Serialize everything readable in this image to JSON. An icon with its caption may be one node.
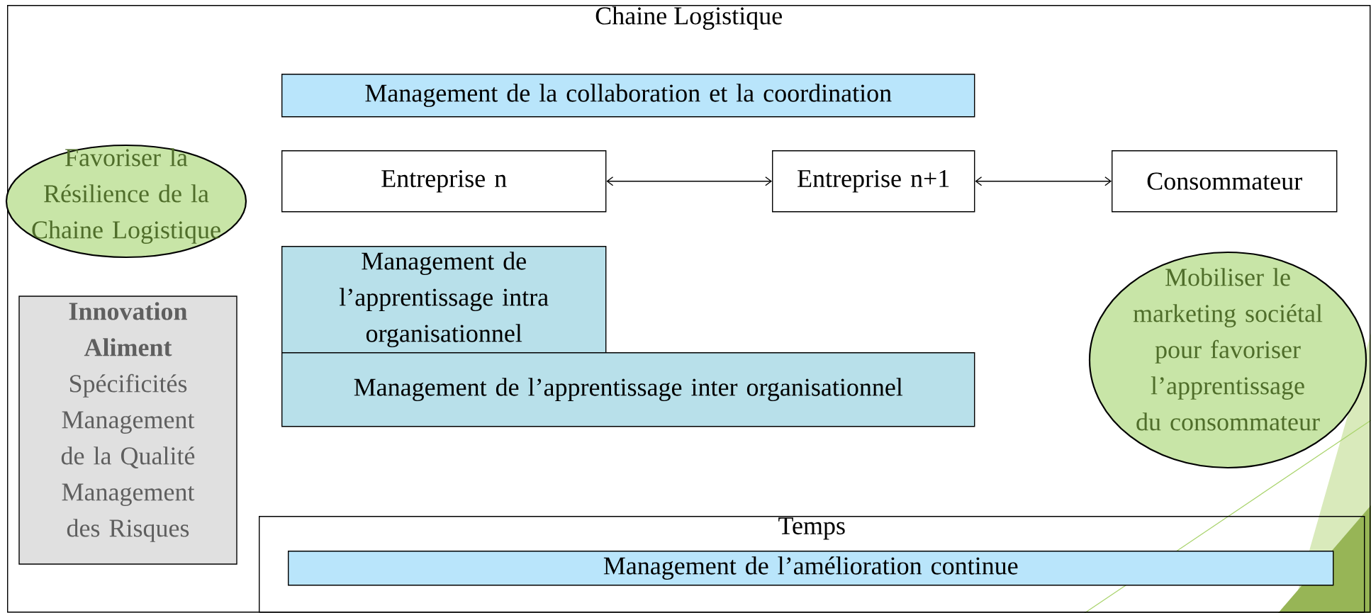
{
  "diagram": {
    "nodes": [
      {
        "text": [
          "Chaine Logistique"
        ]
      },
      {
        "text": [
          "Management de la collaboration et la coordination"
        ],
        "in": 0
      },
      {
        "text": [
          "Favoriser la Résilience de la Chaine Logistique"
        ],
        "in": 0
      },
      {
        "text": [
          "Entreprise n"
        ],
        "in": 0
      },
      {
        "text": [
          "Entreprise n+1"
        ],
        "in": 0
      },
      {
        "text": [
          "Consommateur"
        ],
        "in": 0
      },
      {
        "text": [
          "Management de l’apprentissage intra organisationnel"
        ],
        "in": 0
      },
      {
        "text": [
          "Management de l’apprentissage inter organisationnel"
        ],
        "in": 0
      },
      {
        "text": [
          "Innovation Aliment",
          "Spécificités",
          "Management de la Qualité",
          "Management des Risques"
        ],
        "in": 0
      },
      {
        "text": [
          "Mobiliser le marketing sociétal pour favoriser l’apprentissage du consommateur"
        ],
        "in": 0
      },
      {
        "text": [
          "Temps"
        ],
        "in": 0
      },
      {
        "text": [
          "Management de l’amélioration continue"
        ],
        "in": 10
      }
    ],
    "edges": [
      {
        "from": 3,
        "to": 4,
        "arrow": "both"
      },
      {
        "from": 4,
        "to": 5,
        "arrow": "both"
      }
    ]
  }
}
